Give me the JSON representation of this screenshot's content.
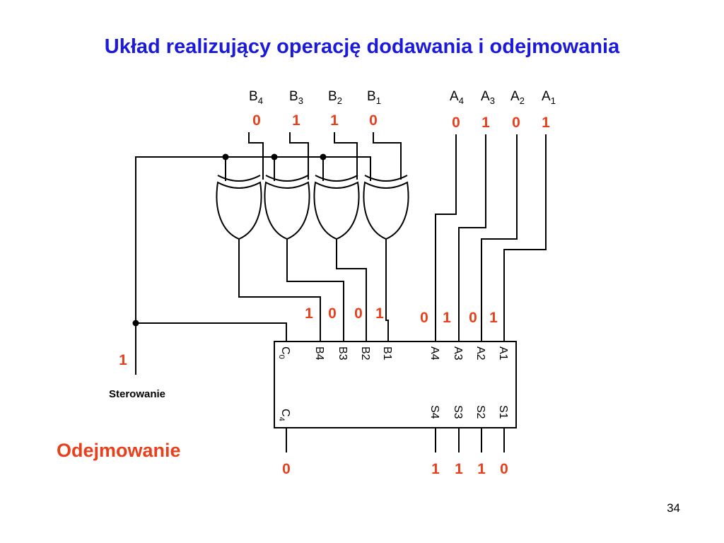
{
  "title": "Układ realizujący operację dodawania i odejmowania",
  "colors": {
    "title": "#1a1ad8",
    "bits": "#e8401c",
    "wires": "#000000"
  },
  "operand_labels": {
    "B": [
      {
        "main": "B",
        "sub": "4"
      },
      {
        "main": "B",
        "sub": "3"
      },
      {
        "main": "B",
        "sub": "2"
      },
      {
        "main": "B",
        "sub": "1"
      }
    ],
    "A": [
      {
        "main": "A",
        "sub": "4"
      },
      {
        "main": "A",
        "sub": "3"
      },
      {
        "main": "A",
        "sub": "2"
      },
      {
        "main": "A",
        "sub": "1"
      }
    ]
  },
  "input_bits": {
    "B": [
      "0",
      "1",
      "1",
      "0"
    ],
    "A": [
      "0",
      "1",
      "0",
      "1"
    ]
  },
  "xor_count": 4,
  "adder_input_bits": {
    "B": [
      "1",
      "0",
      "0",
      "1"
    ],
    "A": [
      "0",
      "1",
      "0",
      "1"
    ]
  },
  "chip": {
    "c0": {
      "main": "C",
      "sub": "0"
    },
    "b_inputs": [
      "B4",
      "B3",
      "B2",
      "B1"
    ],
    "a_inputs": [
      "A4",
      "A3",
      "A2",
      "A1"
    ],
    "c4": {
      "main": "C",
      "sub": "4"
    },
    "outputs": [
      "S4",
      "S3",
      "S2",
      "S1"
    ]
  },
  "control": {
    "bit": "1",
    "label": "Sterowanie"
  },
  "output_bits": {
    "carry": "0",
    "sum": [
      "1",
      "1",
      "1",
      "0"
    ]
  },
  "mode_label": "Odejmowanie",
  "page_number": "34"
}
